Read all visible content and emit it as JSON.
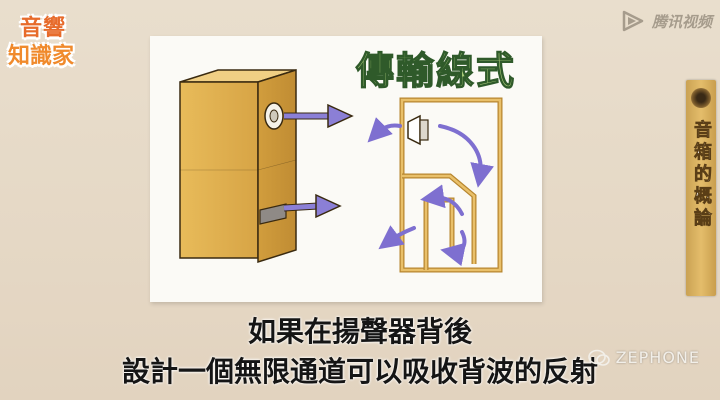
{
  "show_logo": {
    "line1": "音響",
    "line2": "知識家"
  },
  "watermark": {
    "text": "腾讯视频",
    "icon": "play-icon"
  },
  "poster": {
    "title": "傳輸線式",
    "diagram_icons": [
      "speaker-cabinet",
      "arrow-right-icon",
      "transmission-line-cross-section",
      "tweeter-icon",
      "curved-arrow-icon"
    ]
  },
  "sidebar": {
    "text": "音箱的概論",
    "icon": "speaker-dial-icon"
  },
  "subtitles": {
    "line1": "如果在揚聲器背後",
    "line2": "設計一個無限通道可以吸收背波的反射"
  },
  "credit": {
    "text": "ZEPHONE",
    "icon": "wechat-bubble-icon"
  },
  "colors": {
    "arrow": "#7e6fd0",
    "title_fill": "#a7c977",
    "cabinet": "#e3b558",
    "sidebar": "#d9b062"
  }
}
